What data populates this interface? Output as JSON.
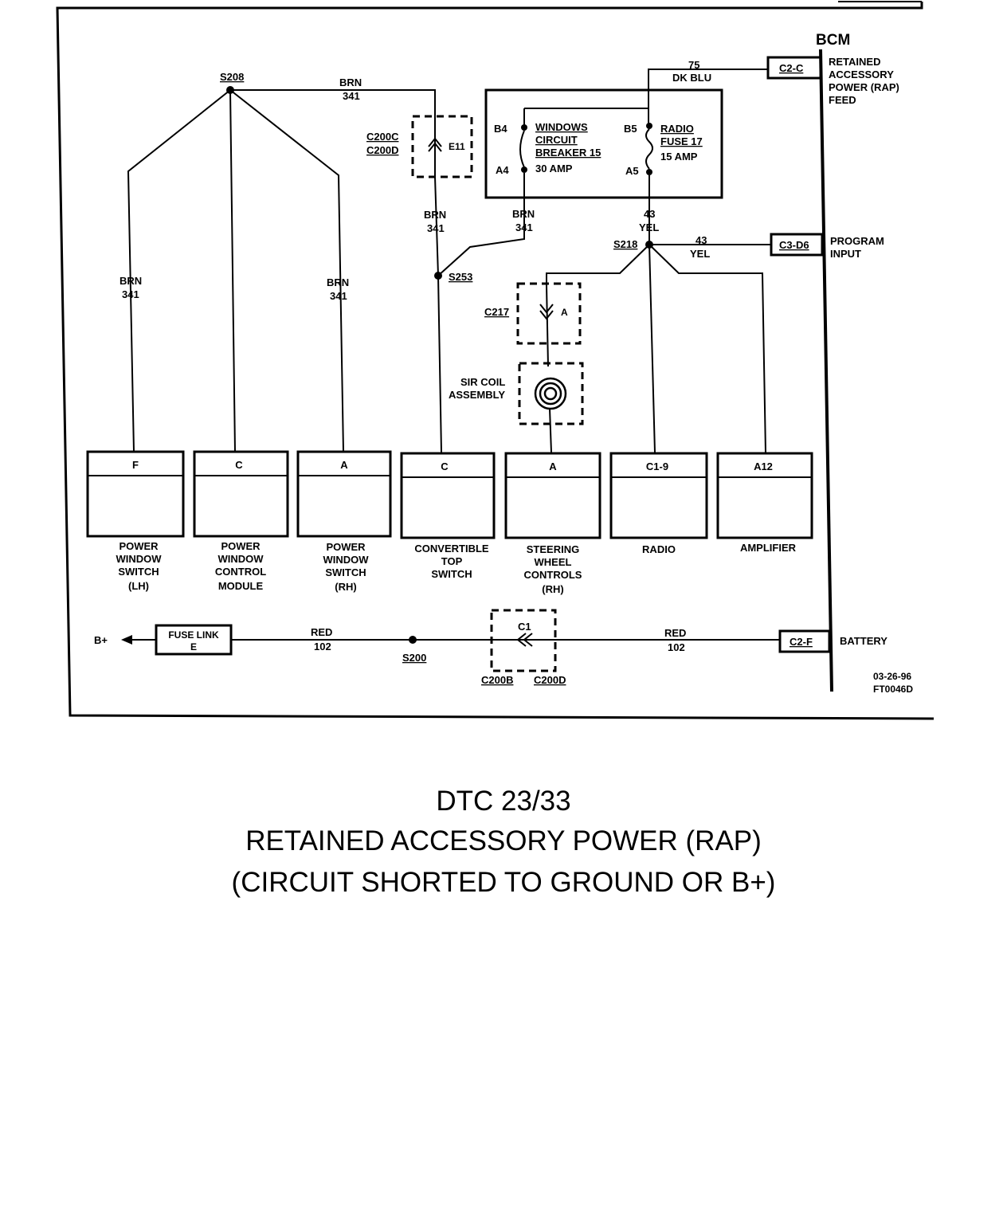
{
  "bcm": {
    "title": "BCM",
    "rap_feed": [
      "RETAINED",
      "ACCESSORY",
      "POWER (RAP)",
      "FEED"
    ],
    "program_input": [
      "PROGRAM",
      "INPUT"
    ],
    "battery": "BATTERY",
    "conn_c2c": "C2-C",
    "conn_c3d6": "C3-D6",
    "conn_c2f": "C2-F"
  },
  "splices": {
    "s208": "S208",
    "s253": "S253",
    "s218": "S218",
    "s200": "S200"
  },
  "connectors": {
    "c200c": "C200C",
    "c200d": "C200D",
    "e11": "E11",
    "c217": "C217",
    "c217_pin": "A",
    "c1": "C1",
    "c200b": "C200B",
    "c200d_b": "C200D"
  },
  "wires": {
    "brn": "BRN",
    "n341": "341",
    "yel": "YEL",
    "n43": "43",
    "dkblu": "DK BLU",
    "n75": "75",
    "red": "RED",
    "n102": "102"
  },
  "fusebox": {
    "cb_pin_top": "B4",
    "cb_pin_bot": "A4",
    "cb_label": [
      "WINDOWS",
      "CIRCUIT",
      "BREAKER 15",
      "30 AMP"
    ],
    "fuse_pin_top": "B5",
    "fuse_pin_bot": "A5",
    "fuse_label": [
      "RADIO",
      "FUSE 17",
      "15 AMP"
    ]
  },
  "sir_coil": [
    "SIR COIL",
    "ASSEMBLY"
  ],
  "modules": [
    {
      "pin": "F",
      "name": [
        "POWER",
        "WINDOW",
        "SWITCH",
        "(LH)"
      ]
    },
    {
      "pin": "C",
      "name": [
        "POWER",
        "WINDOW",
        "CONTROL",
        "MODULE"
      ]
    },
    {
      "pin": "A",
      "name": [
        "POWER",
        "WINDOW",
        "SWITCH",
        "(RH)"
      ]
    },
    {
      "pin": "C",
      "name": [
        "CONVERTIBLE",
        "TOP",
        "SWITCH"
      ]
    },
    {
      "pin": "A",
      "name": [
        "STEERING",
        "WHEEL",
        "CONTROLS",
        "(RH)"
      ]
    },
    {
      "pin": "C1-9",
      "name": [
        "RADIO"
      ]
    },
    {
      "pin": "A12",
      "name": [
        "AMPLIFIER"
      ]
    }
  ],
  "fuse_link": [
    "FUSE LINK",
    "E"
  ],
  "bplus": "B+",
  "figure_id": [
    "03-26-96",
    "FT0046D"
  ],
  "caption": [
    "DTC 23/33",
    "RETAINED ACCESSORY POWER (RAP)",
    "(CIRCUIT SHORTED TO GROUND OR B+)"
  ]
}
